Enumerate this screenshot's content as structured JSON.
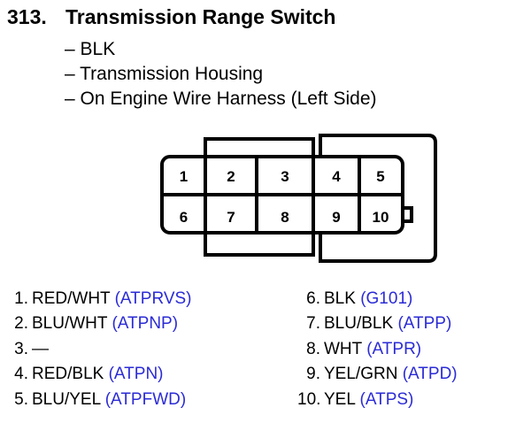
{
  "header": {
    "number": "313.",
    "title": "Transmission Range Switch"
  },
  "details": [
    "– BLK",
    "– Transmission Housing",
    "– On Engine Wire Harness (Left Side)"
  ],
  "connector": {
    "pins_top": [
      "1",
      "2",
      "3",
      "4",
      "5"
    ],
    "pins_bottom": [
      "6",
      "7",
      "8",
      "9",
      "10"
    ]
  },
  "pins": [
    {
      "num": "1.",
      "wire": "RED/WHT",
      "signal": "(ATPRVS)"
    },
    {
      "num": "2.",
      "wire": "BLU/WHT",
      "signal": "(ATPNP)"
    },
    {
      "num": "3.",
      "wire": "—",
      "signal": ""
    },
    {
      "num": "4.",
      "wire": "RED/BLK",
      "signal": "(ATPN)"
    },
    {
      "num": "5.",
      "wire": "BLU/YEL",
      "signal": "(ATPFWD)"
    },
    {
      "num": "6.",
      "wire": "BLK",
      "signal": "(G101)"
    },
    {
      "num": "7.",
      "wire": "BLU/BLK",
      "signal": "(ATPP)"
    },
    {
      "num": "8.",
      "wire": "WHT",
      "signal": "(ATPR)"
    },
    {
      "num": "9.",
      "wire": "YEL/GRN",
      "signal": "(ATPD)"
    },
    {
      "num": "10.",
      "wire": "YEL",
      "signal": "(ATPS)"
    }
  ]
}
